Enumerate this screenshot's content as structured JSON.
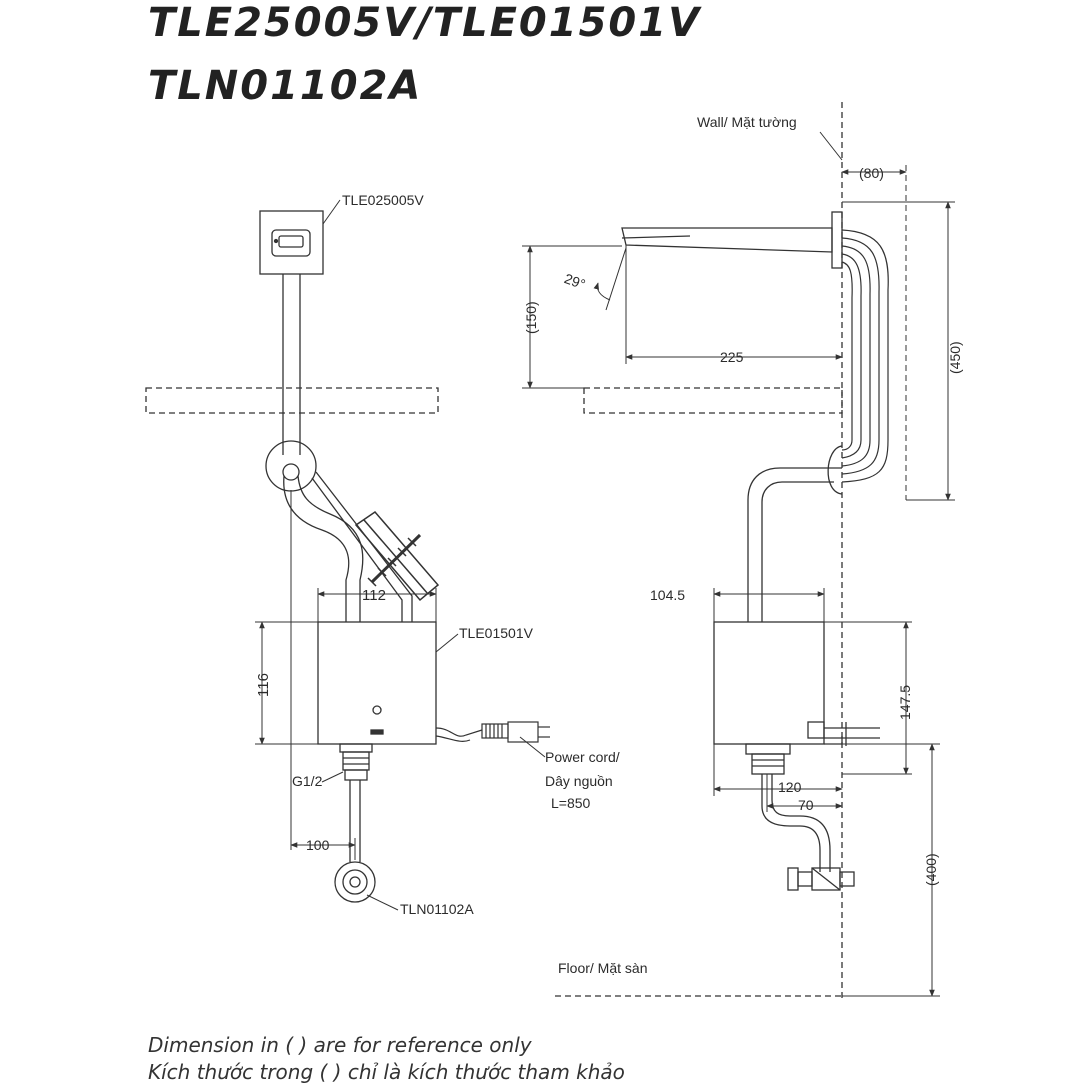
{
  "title": {
    "line1": "TLE25005V/TLE01501V",
    "line2": "TLN01102A"
  },
  "labels": {
    "wall": "Wall/ Mặt tường",
    "floor": "Floor/ Mặt sàn",
    "sensor_model": "TLE025005V",
    "box_model": "TLE01501V",
    "valve_model": "TLN01102A",
    "thread": "G1/2",
    "power_cord_line1": "Power cord/",
    "power_cord_line2": "Dây nguồn",
    "power_cord_line3": "L=850",
    "angle": "29°"
  },
  "dimensions": {
    "d_80": "(80)",
    "d_450": "(450)",
    "d_150": "(150)",
    "d_225": "225",
    "d_112": "112",
    "d_116": "116",
    "d_104_5": "104.5",
    "d_147_5": "147.5",
    "d_120": "120",
    "d_70": "70",
    "d_100": "100",
    "d_400": "(400)"
  },
  "footnote": {
    "en": "Dimension in ( ) are for reference only",
    "vi": "Kích thước trong ( ) chỉ là kích thước tham khảo"
  }
}
